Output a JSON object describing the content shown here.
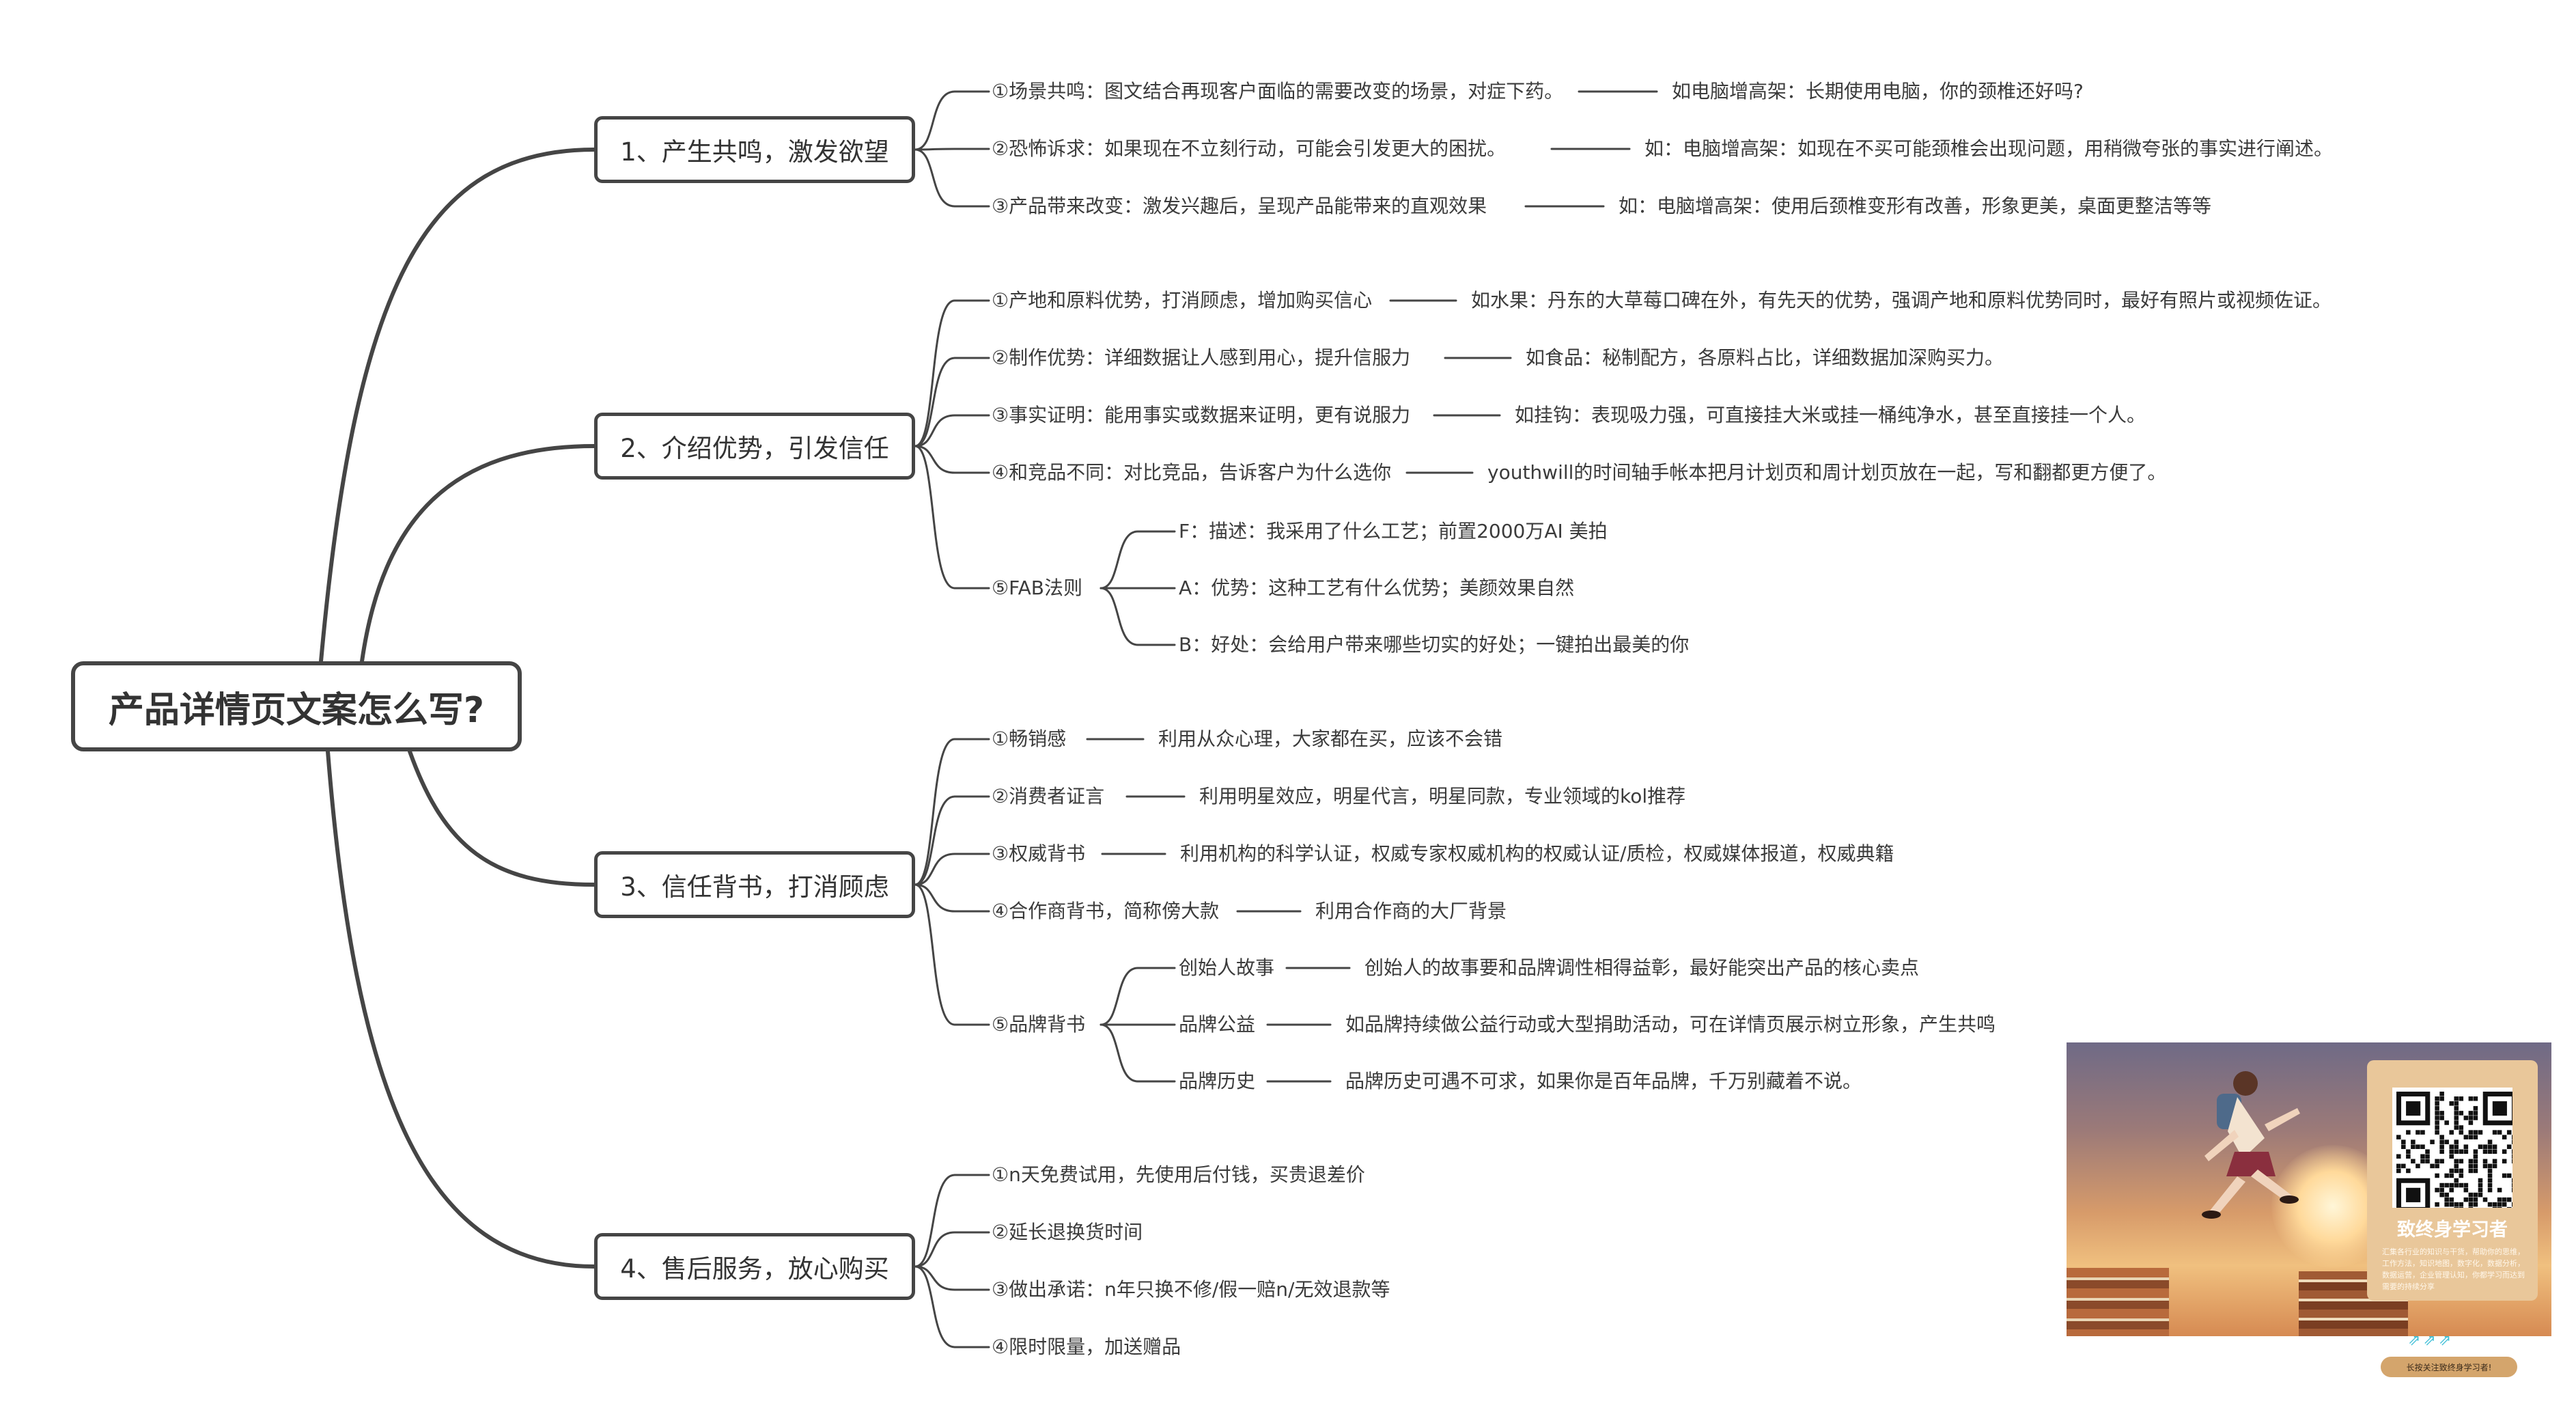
{
  "root": "产品详情页文案怎么写?",
  "branches": [
    {
      "label": "1、产生共鸣，激发欲望",
      "items": [
        {
          "text": "①场景共鸣：图文结合再现客户面临的需要改变的场景，对症下药。",
          "detail": "如电脑增高架：长期使用电脑，你的颈椎还好吗?"
        },
        {
          "text": "②恐怖诉求：如果现在不立刻行动，可能会引发更大的困扰。",
          "detail": "如：电脑增高架：如现在不买可能颈椎会出现问题，用稍微夸张的事实进行阐述。"
        },
        {
          "text": "③产品带来改变：激发兴趣后，呈现产品能带来的直观效果",
          "detail": "如：电脑增高架：使用后颈椎变形有改善，形象更美，桌面更整洁等等"
        }
      ]
    },
    {
      "label": "2、介绍优势，引发信任",
      "items": [
        {
          "text": "①产地和原料优势，打消顾虑，增加购买信心",
          "detail": "如水果：丹东的大草莓口碑在外，有先天的优势，强调产地和原料优势同时，最好有照片或视频佐证。"
        },
        {
          "text": "②制作优势：详细数据让人感到用心，提升信服力",
          "detail": "如食品：秘制配方，各原料占比，详细数据加深购买力。"
        },
        {
          "text": "③事实证明：能用事实或数据来证明，更有说服力",
          "detail": "如挂钩：表现吸力强，可直接挂大米或挂一桶纯净水，甚至直接挂一个人。"
        },
        {
          "text": "④和竞品不同：对比竞品，告诉客户为什么选你",
          "detail": "youthwill的时间轴手帐本把月计划页和周计划页放在一起，写和翻都更方便了。"
        },
        {
          "text": "⑤FAB法则",
          "children": [
            "F：描述：我采用了什么工艺；前置2000万AI 美拍",
            "A：优势：这种工艺有什么优势；美颜效果自然",
            "B：好处：会给用户带来哪些切实的好处；一键拍出最美的你"
          ]
        }
      ]
    },
    {
      "label": "3、信任背书，打消顾虑",
      "items": [
        {
          "text": "①畅销感",
          "detail": "利用从众心理，大家都在买，应该不会错"
        },
        {
          "text": "②消费者证言",
          "detail": "利用明星效应，明星代言，明星同款，专业领域的kol推荐"
        },
        {
          "text": "③权威背书",
          "detail": "利用机构的科学认证，权威专家权威机构的权威认证/质检，权威媒体报道，权威典籍"
        },
        {
          "text": "④合作商背书，简称傍大款",
          "detail": "利用合作商的大厂背景"
        },
        {
          "text": "⑤品牌背书",
          "children": [
            {
              "text": "创始人故事",
              "detail": "创始人的故事要和品牌调性相得益彰，最好能突出产品的核心卖点"
            },
            {
              "text": "品牌公益",
              "detail": "如品牌持续做公益行动或大型捐助活动，可在详情页展示树立形象，产生共鸣"
            },
            {
              "text": "品牌历史",
              "detail": "品牌历史可遇不可求，如果你是百年品牌，千万别藏着不说。"
            }
          ]
        }
      ]
    },
    {
      "label": "4、售后服务，放心购买",
      "items": [
        {
          "text": "①n天免费试用，先使用后付钱，买贵退差价"
        },
        {
          "text": "②延长退换货时间"
        },
        {
          "text": "③做出承诺：n年只换不修/假一赔n/无效退款等"
        },
        {
          "text": "④限时限量，加送赠品"
        }
      ]
    }
  ],
  "promo": {
    "title": "致终身学习者",
    "description": "汇集各行业的知识与干货，帮助你的思维，工作方法，知识地图，数字化，数据分析，数据运营，企业管理认知，你都学习而达到需要的持续分享",
    "footer": "长按关注致终身学习者!"
  }
}
